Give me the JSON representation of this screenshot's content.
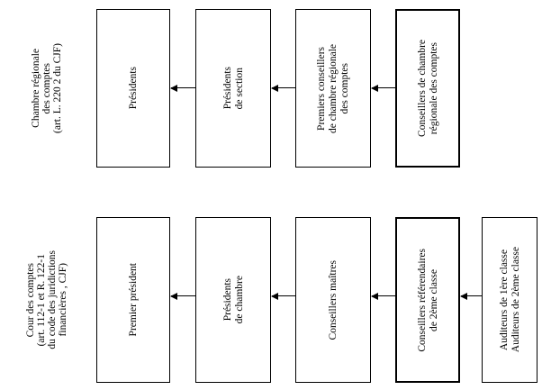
{
  "diagram": {
    "type": "hierarchy-flow",
    "orientation": "right-to-left",
    "sections": [
      {
        "id": "crc",
        "caption_lines": [
          "Chambre régionale",
          "des comptes",
          "(art. L. 220 2 du CJF)"
        ],
        "boxes": [
          {
            "id": "crc-presidents",
            "lines": [
              "Présidents"
            ],
            "border": "thin"
          },
          {
            "id": "crc-presidents-section",
            "lines": [
              "Présidents",
              "de section"
            ],
            "border": "thin"
          },
          {
            "id": "crc-premiers-conseillers",
            "lines": [
              "Premiers conseillers",
              "de chambre régionale",
              "des comptes"
            ],
            "border": "thin"
          },
          {
            "id": "crc-conseillers",
            "lines": [
              "Conseillers de chambre",
              "régionale des comptes"
            ],
            "border": "thick"
          }
        ]
      },
      {
        "id": "cour",
        "caption_lines": [
          "Cour des comptes",
          "(art. 112-1 et R. 122-1",
          "du code des juridictions",
          "financières , CJF)"
        ],
        "boxes": [
          {
            "id": "cour-premier-president",
            "lines": [
              "Premier président"
            ],
            "border": "thin"
          },
          {
            "id": "cour-presidents-chambre",
            "lines": [
              "Présidents",
              "de chambre"
            ],
            "border": "thin"
          },
          {
            "id": "cour-conseillers-maitres",
            "lines": [
              "Conseillers maîtres"
            ],
            "border": "thin"
          },
          {
            "id": "cour-conseillers-referendaires",
            "lines": [
              "Conseillers référendaires",
              "de 2ème classe"
            ],
            "border": "thick"
          },
          {
            "id": "cour-auditeurs",
            "lines": [
              "Auditeurs de 1ère classe",
              "Auditeurs de 2ème classe"
            ],
            "border": "thin"
          }
        ]
      }
    ],
    "colors": {
      "background": "#ffffff",
      "stroke": "#000000",
      "text": "#000000"
    }
  }
}
